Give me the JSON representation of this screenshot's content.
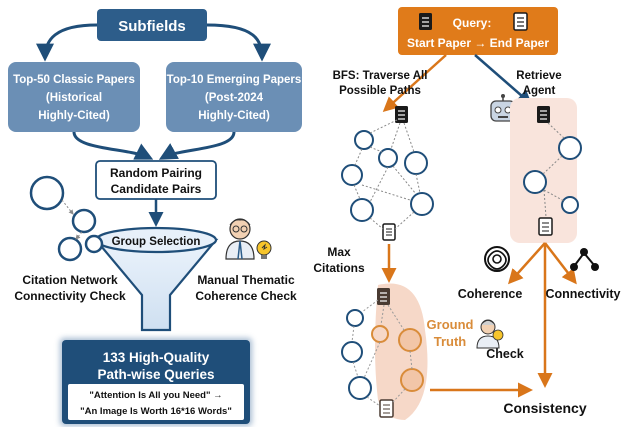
{
  "left": {
    "subfields": "Subfields",
    "classic": {
      "line1": "Top-50 Classic Papers",
      "line2": "(Historical",
      "line3": "Highly-Cited)"
    },
    "emerging": {
      "line1": "Top-10 Emerging Papers",
      "line2": "(Post-2024",
      "line3": "Highly-Cited)"
    },
    "random_pairing": {
      "line1": "Random Pairing",
      "line2": "Candidate Pairs"
    },
    "group_selection": "Group Selection",
    "citation_check": {
      "line1": "Citation Network",
      "line2": "Connectivity Check"
    },
    "thematic_check": {
      "line1": "Manual Thematic",
      "line2": "Coherence Check"
    },
    "queries": {
      "line1": "133 High-Quality",
      "line2": "Path-wise Queries"
    },
    "example": {
      "line1": "\"Attention Is All you Need\" →",
      "line2": "\"An Image Is Worth 16*16 Words\""
    }
  },
  "right": {
    "query": {
      "line1": "Query:",
      "line2": "Start Paper → End Paper"
    },
    "bfs": {
      "line1": "BFS: Traverse All",
      "line2": "Possible Paths"
    },
    "retrieve": {
      "line1": "Retrieve",
      "line2": "Agent"
    },
    "max_citations": {
      "line1": "Max",
      "line2": "Citations"
    },
    "ground_truth": {
      "line1": "Ground",
      "line2": "Truth"
    },
    "coherence": "Coherence",
    "connectivity": "Connectivity",
    "check": "Check",
    "consistency": "Consistency"
  },
  "colors": {
    "navy": "#1f4e79",
    "steel": "#6b8fb5",
    "orange": "#e07b1a",
    "ground_truth": "#d98c3a",
    "peach": "#f9e4dc"
  }
}
